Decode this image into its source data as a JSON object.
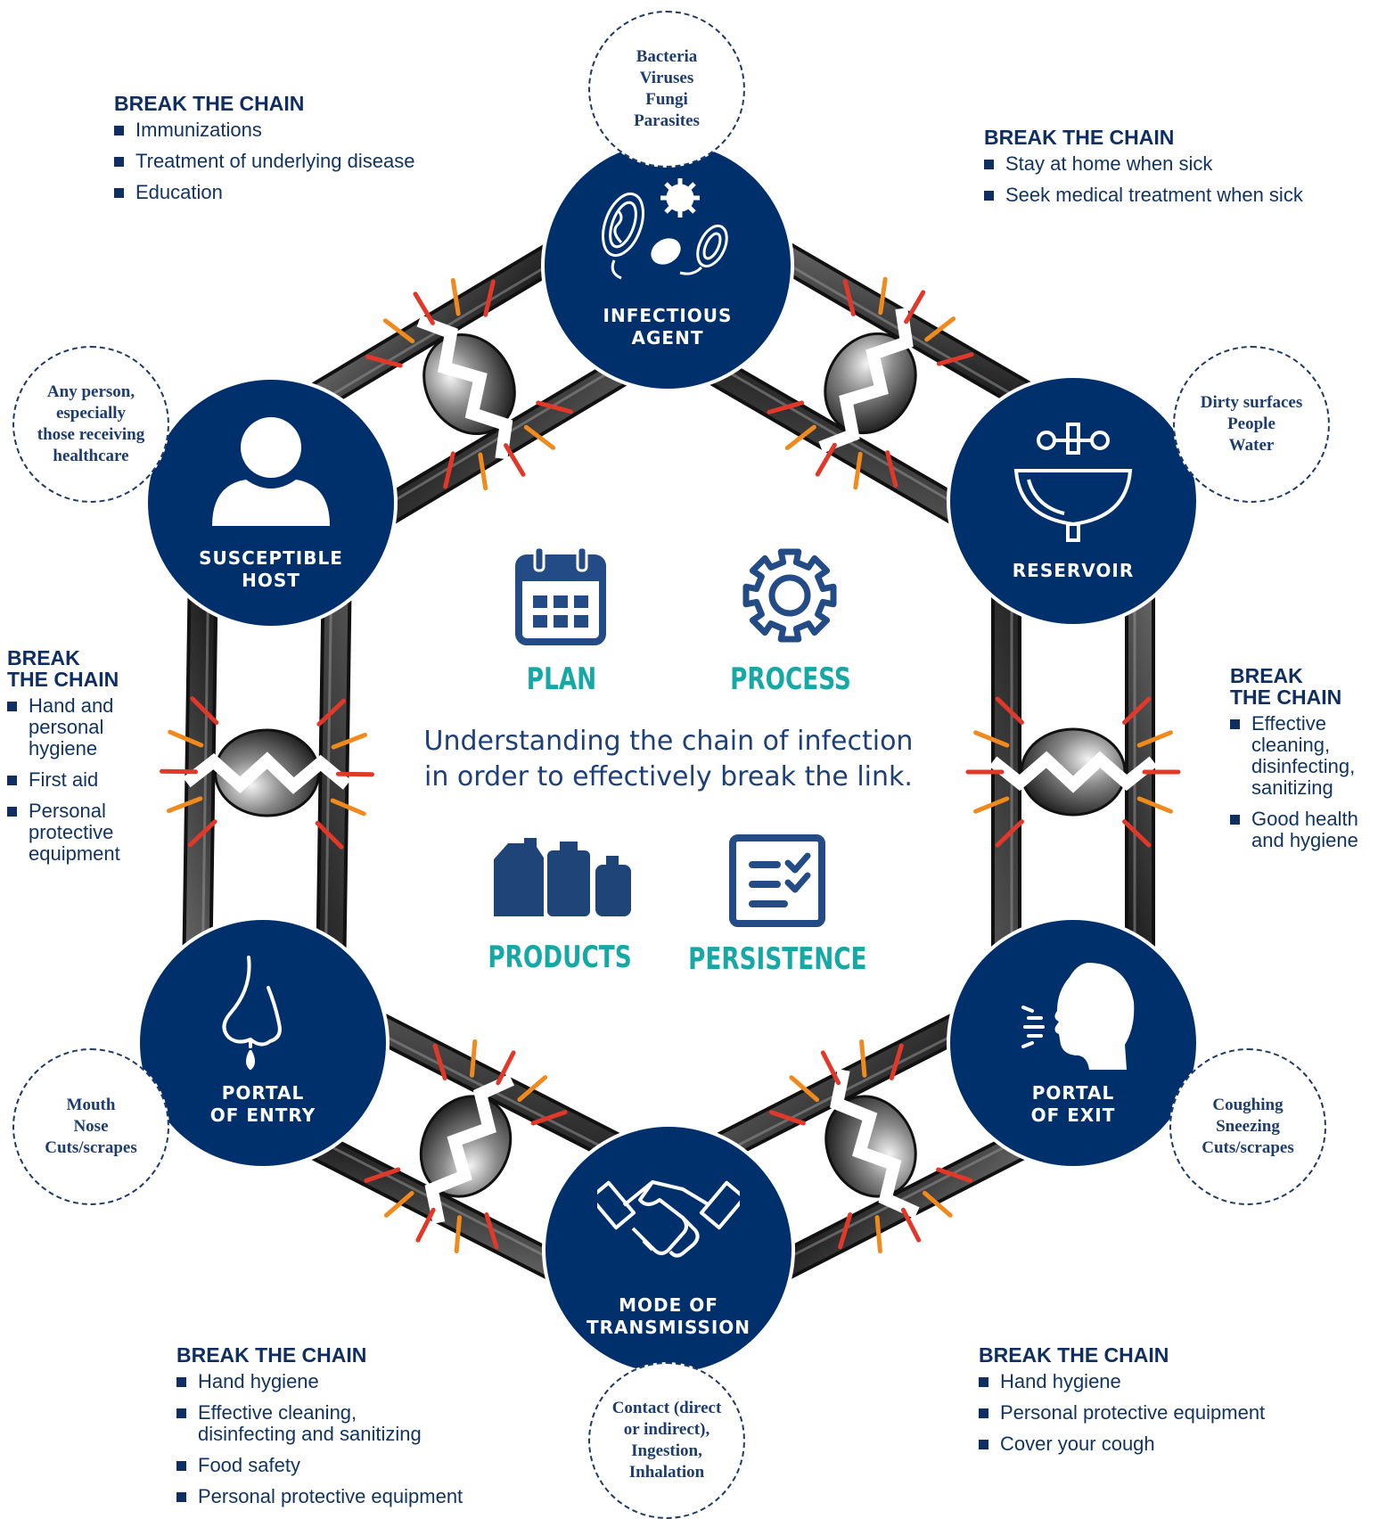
{
  "center": {
    "labels": {
      "plan": "PLAN",
      "process": "PROCESS",
      "products": "PRODUCTS",
      "persistence": "PERSISTENCE"
    },
    "text": "Understanding the chain of infection\nin order to effectively break the link."
  },
  "nodes": {
    "infectious_agent": {
      "label": "INFECTIOUS\nAGENT",
      "icon": "microbes-icon"
    },
    "reservoir": {
      "label": "RESERVOIR",
      "icon": "sink-icon"
    },
    "portal_of_exit": {
      "label": "PORTAL\nOF EXIT",
      "icon": "coughing-head-icon"
    },
    "mode_of_transmission": {
      "label": "MODE OF\nTRANSMISSION",
      "icon": "handshake-icon"
    },
    "portal_of_entry": {
      "label": "PORTAL\nOF ENTRY",
      "icon": "nose-icon"
    },
    "susceptible_host": {
      "label": "SUSCEPTIBLE\nHOST",
      "icon": "person-icon"
    }
  },
  "bubbles": {
    "infectious_agent": "Bacteria\nViruses\nFungi\nParasites",
    "reservoir": "Dirty surfaces\nPeople\nWater",
    "portal_of_exit": "Coughing\nSneezing\nCuts/scrapes",
    "mode_of_transmission": "Contact (direct\nor indirect),\nIngestion,\nInhalation",
    "portal_of_entry": "Mouth\nNose\nCuts/scrapes",
    "susceptible_host": "Any person,\nespecially\nthose receiving\nhealthcare"
  },
  "break_chain": {
    "top_left": {
      "title": "BREAK THE CHAIN",
      "items": [
        "Immunizations",
        "Treatment of underlying disease",
        "Education"
      ]
    },
    "top_right": {
      "title": "BREAK THE CHAIN",
      "items": [
        "Stay at home when sick",
        "Seek medical treatment when sick"
      ]
    },
    "left": {
      "title": "BREAK\nTHE CHAIN",
      "items": [
        "Hand and\npersonal\nhygiene",
        "First aid",
        "Personal\nprotective\nequipment"
      ]
    },
    "right": {
      "title": "BREAK\nTHE CHAIN",
      "items": [
        "Effective\ncleaning,\ndisinfecting,\nsanitizing",
        "Good health\nand hygiene"
      ]
    },
    "bottom_left": {
      "title": "BREAK THE CHAIN",
      "items": [
        "Hand hygiene",
        "Effective cleaning,\ndisinfecting and sanitizing",
        "Food safety",
        "Personal protective equipment"
      ]
    },
    "bottom_right": {
      "title": "BREAK THE CHAIN",
      "items": [
        "Hand hygiene",
        "Personal protective equipment",
        "Cover your cough"
      ]
    }
  },
  "colors": {
    "navy": "#00306b",
    "teal": "#17a8a6",
    "chain": "#2b2b2b",
    "spark_orange": "#f08a1c",
    "spark_red": "#e2382a"
  }
}
